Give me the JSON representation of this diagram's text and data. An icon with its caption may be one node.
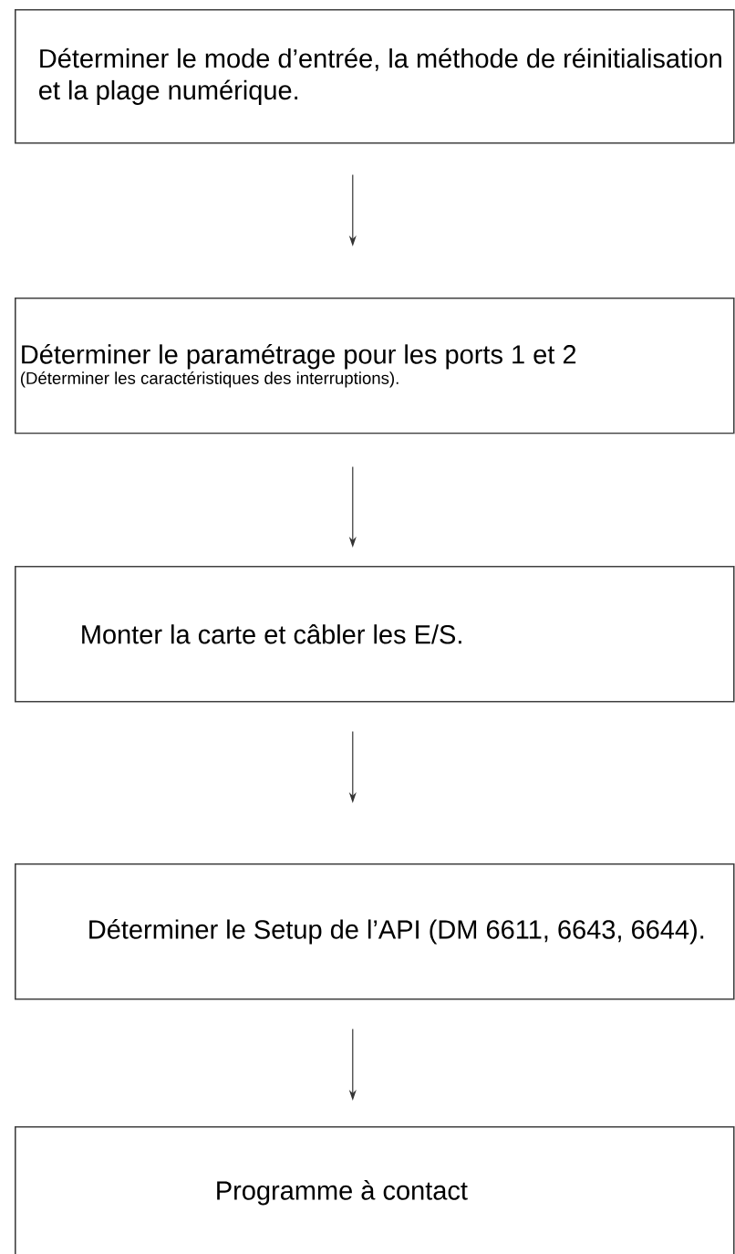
{
  "diagram": {
    "nodes": [
      {
        "text": [
          "Déterminer le mode d’entrée, la méthode de réinitialisation et la plage numérique."
        ]
      },
      {
        "text": [
          "Déterminer le paramétrage pour les ports 1 et 2",
          "(Déterminer les caractéristiques des interruptions)."
        ]
      },
      {
        "text": [
          "Monter la carte et câbler les E/S."
        ]
      },
      {
        "text": [
          "Déterminer le Setup de l’API (DM 6611, 6643, 6644)."
        ]
      },
      {
        "text": [
          "Programme à contact"
        ]
      }
    ],
    "edges": [
      {
        "from": 0,
        "to": 1,
        "arrow": "to"
      },
      {
        "from": 1,
        "to": 2,
        "arrow": "to"
      },
      {
        "from": 2,
        "to": 3,
        "arrow": "to"
      },
      {
        "from": 3,
        "to": 4,
        "arrow": "to"
      }
    ]
  }
}
